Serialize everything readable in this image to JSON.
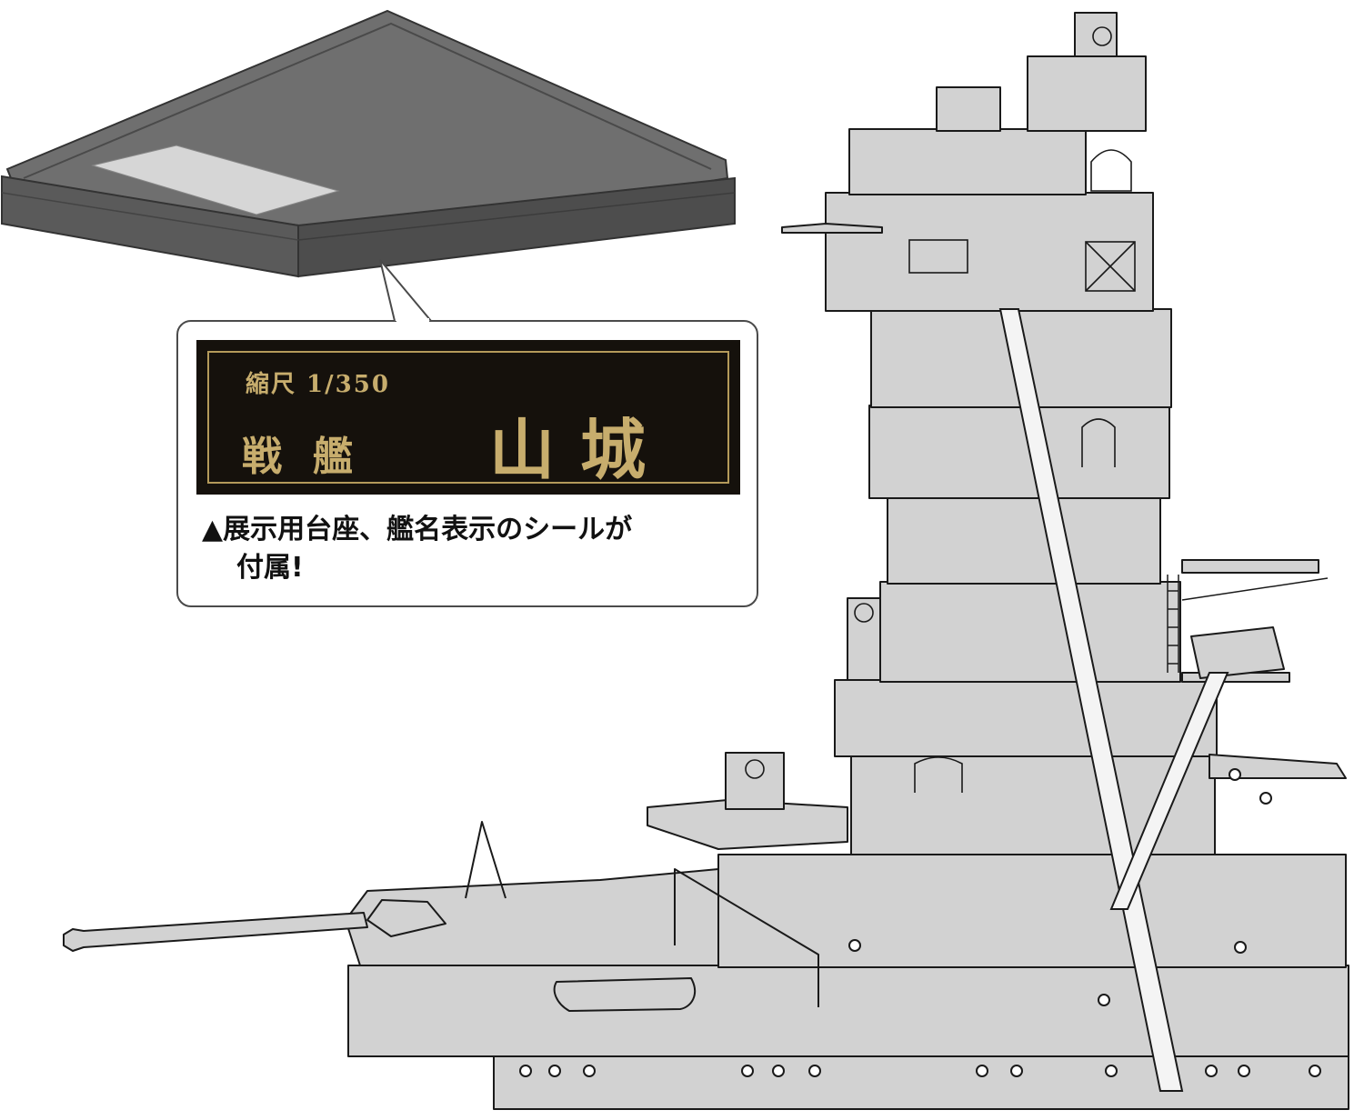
{
  "nameplate": {
    "scale": "縮尺 1/350",
    "ship_type": "戦艦",
    "ship_name": "山城"
  },
  "caption": {
    "line1": "▲展示用台座、艦名表示のシールが",
    "line2": "付属!"
  },
  "colors": {
    "base_top": "#6e6e6e",
    "base_side": "#595959",
    "plate_background": "#15110c",
    "plate_gold": "#c7ad6d",
    "ship_fill": "#d2d2d2",
    "outline": "#1a1a1a"
  }
}
